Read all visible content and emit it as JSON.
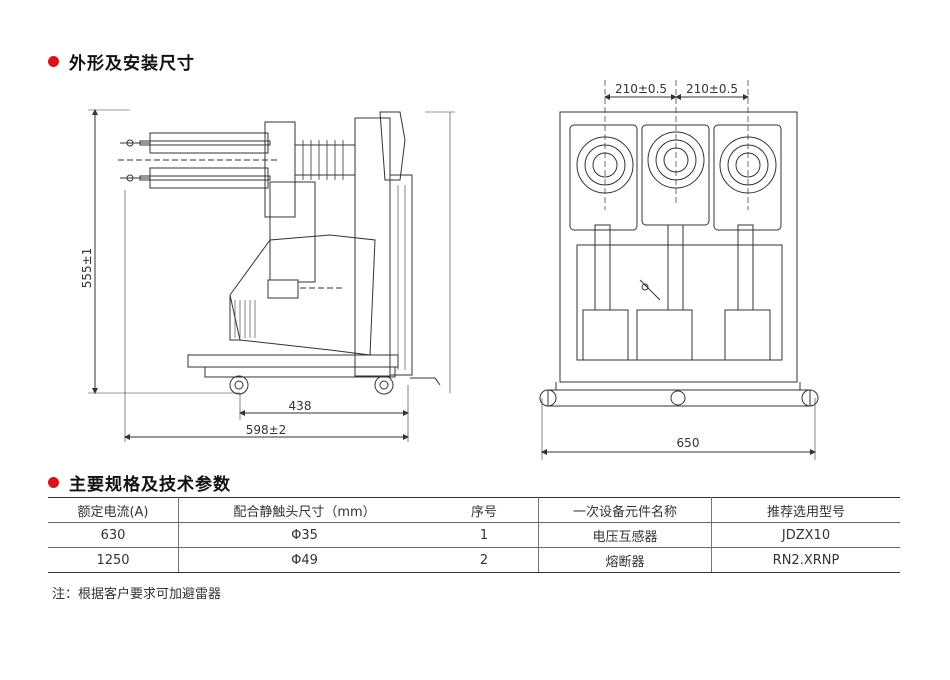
{
  "section1": {
    "title": "外形及安装尺寸"
  },
  "section2": {
    "title": "主要规格及技术参数"
  },
  "drawing_left": {
    "dim_height": "555±1",
    "dim_depth_inner": "438",
    "dim_depth_outer": "598±2"
  },
  "drawing_right": {
    "dim_pitch_1": "210±0.5",
    "dim_pitch_2": "210±0.5",
    "dim_width": "650"
  },
  "table_left": {
    "headers": [
      "额定电流(A)",
      "配合静触头尺寸（mm）"
    ],
    "rows": [
      [
        "630",
        "Φ35"
      ],
      [
        "1250",
        "Φ49"
      ]
    ]
  },
  "table_right": {
    "headers": [
      "序号",
      "一次设备元件名称",
      "推荐选用型号"
    ],
    "rows": [
      [
        "1",
        "电压互感器",
        "JDZX10"
      ],
      [
        "2",
        "熔断器",
        "RN2.XRNP"
      ]
    ]
  },
  "note": "注：根据客户要求可加避雷器",
  "colors": {
    "accent": "#d8141b",
    "line": "#333333"
  }
}
